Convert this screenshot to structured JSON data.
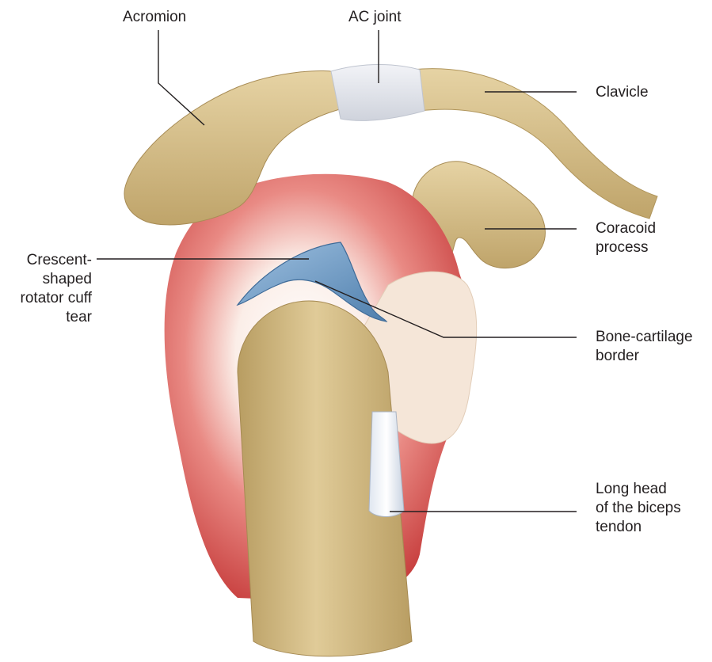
{
  "labels": {
    "acromion": "Acromion",
    "ac_joint": "AC joint",
    "clavicle": "Clavicle",
    "coracoid_line1": "Coracoid",
    "coracoid_line2": "process",
    "tear_line1": "Crescent-",
    "tear_line2": "shaped",
    "tear_line3": "rotator cuff",
    "tear_line4": "tear",
    "border_line1": "Bone-cartilage",
    "border_line2": "border",
    "biceps_line1": "Long head",
    "biceps_line2": "of the biceps",
    "biceps_line3": "tendon"
  },
  "colors": {
    "bone": "#d8c08a",
    "bone_shadow": "#b59a5e",
    "muscle": "#d6504f",
    "tendon": "#f3e6d6",
    "tear": "#7fa8cf",
    "ligament": "#e6e8ee",
    "leader": "#231f20"
  }
}
